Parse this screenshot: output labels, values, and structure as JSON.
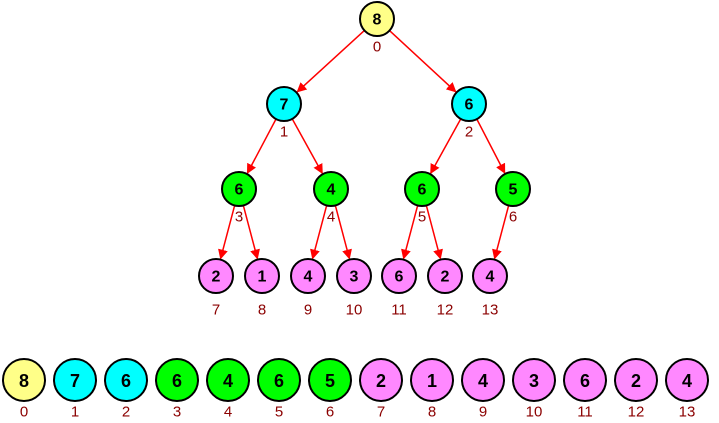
{
  "diagram": {
    "type": "binary-heap",
    "colors": {
      "level0": "#ffff88",
      "level1": "#00ffff",
      "level2": "#00ff00",
      "level3": "#ff88ff",
      "edge": "#ff0000",
      "index": "#8b0000"
    },
    "nodes": [
      {
        "index": "0",
        "value": "8",
        "level": 0
      },
      {
        "index": "1",
        "value": "7",
        "level": 1
      },
      {
        "index": "2",
        "value": "6",
        "level": 1
      },
      {
        "index": "3",
        "value": "6",
        "level": 2
      },
      {
        "index": "4",
        "value": "4",
        "level": 2
      },
      {
        "index": "5",
        "value": "6",
        "level": 2
      },
      {
        "index": "6",
        "value": "5",
        "level": 2
      },
      {
        "index": "7",
        "value": "2",
        "level": 3
      },
      {
        "index": "8",
        "value": "1",
        "level": 3
      },
      {
        "index": "9",
        "value": "4",
        "level": 3
      },
      {
        "index": "10",
        "value": "3",
        "level": 3
      },
      {
        "index": "11",
        "value": "6",
        "level": 3
      },
      {
        "index": "12",
        "value": "2",
        "level": 3
      },
      {
        "index": "13",
        "value": "4",
        "level": 3
      }
    ],
    "edges": [
      [
        0,
        1
      ],
      [
        0,
        2
      ],
      [
        1,
        3
      ],
      [
        1,
        4
      ],
      [
        2,
        5
      ],
      [
        2,
        6
      ],
      [
        3,
        7
      ],
      [
        3,
        8
      ],
      [
        4,
        9
      ],
      [
        4,
        10
      ],
      [
        5,
        11
      ],
      [
        5,
        12
      ],
      [
        6,
        13
      ]
    ]
  }
}
